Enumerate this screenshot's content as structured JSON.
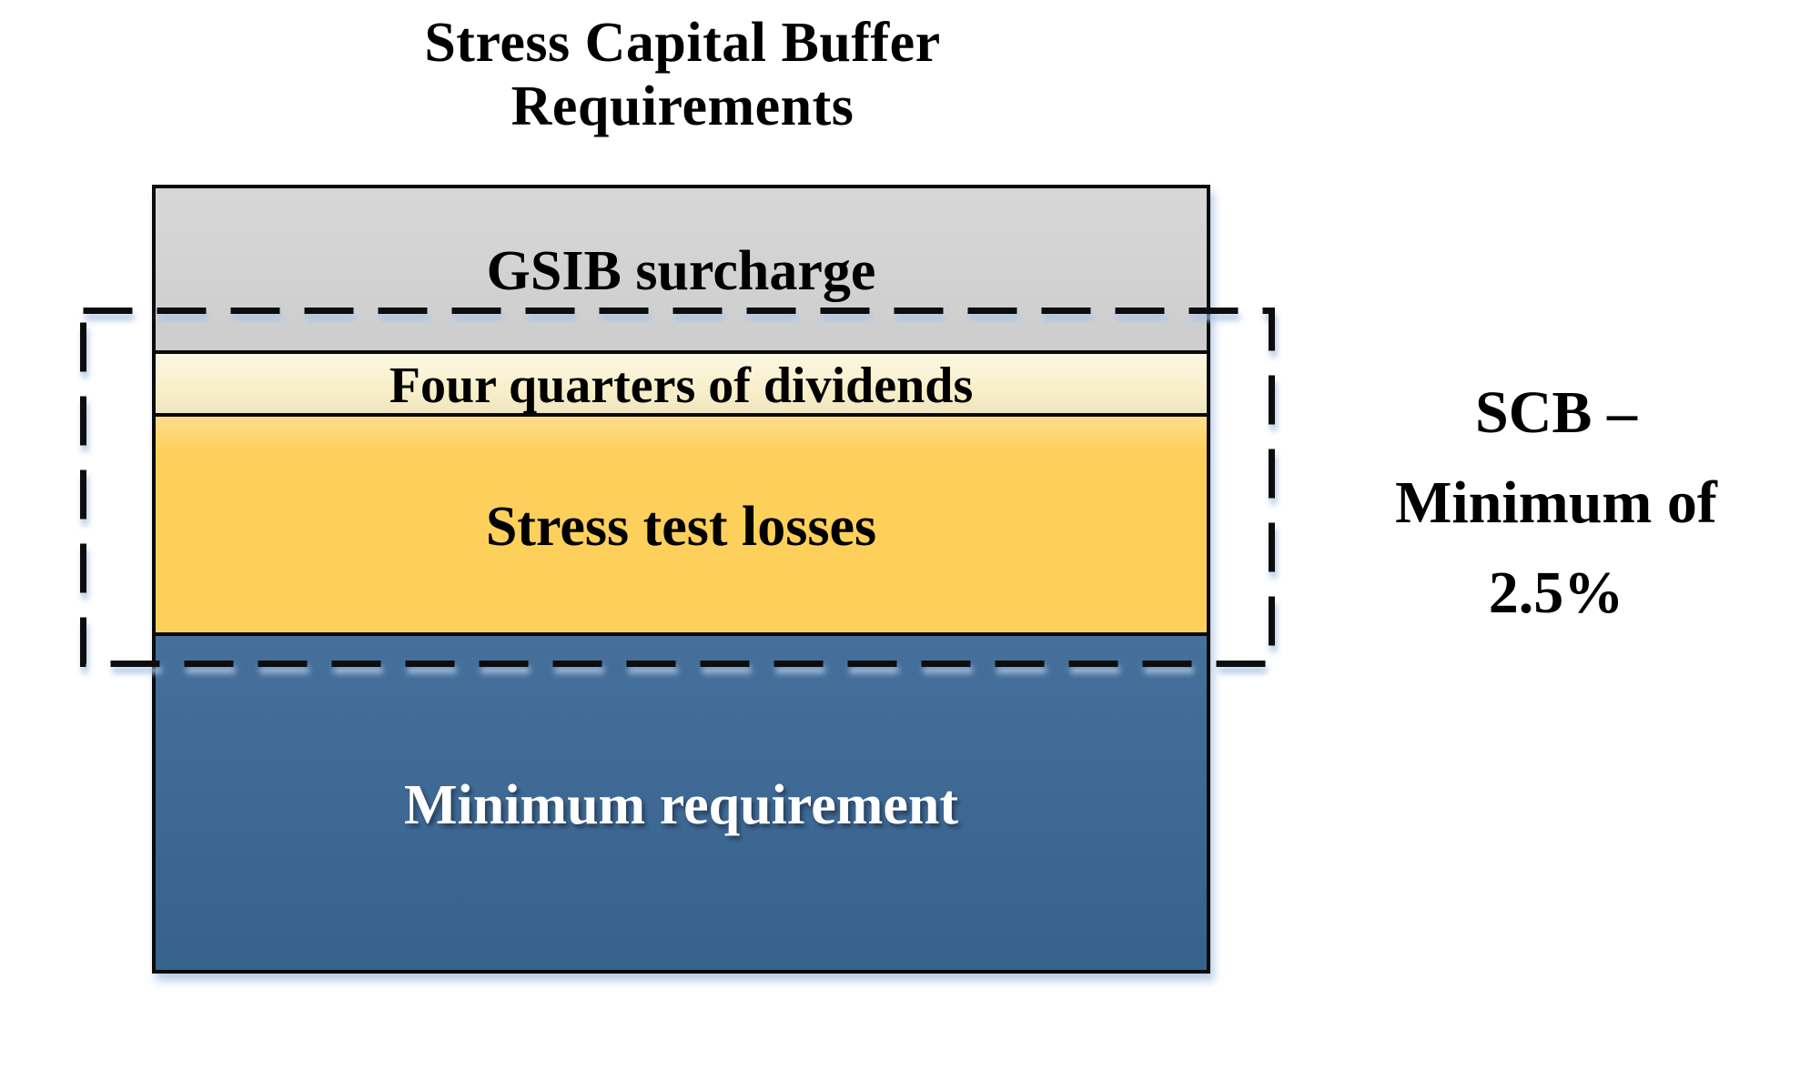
{
  "title": {
    "line1": "Stress Capital Buffer",
    "line2": "Requirements"
  },
  "segments": [
    {
      "label": "GSIB surcharge",
      "fill": "#D1D1D1",
      "text_color": "#000000"
    },
    {
      "label": "Four quarters of dividends",
      "fill": "#F8EFC8",
      "text_color": "#000000"
    },
    {
      "label": "Stress test losses",
      "fill": "#FDD05C",
      "text_color": "#000000"
    },
    {
      "label": "Minimum requirement",
      "fill": "#3A6795",
      "text_color": "#FFFFFF"
    }
  ],
  "scb_annotation": {
    "line1": "SCB –",
    "line2": "Minimum of",
    "line3": "2.5%"
  },
  "boundary": {
    "stroke_color": "#101010",
    "shadow_color": "#AAC4E4"
  }
}
